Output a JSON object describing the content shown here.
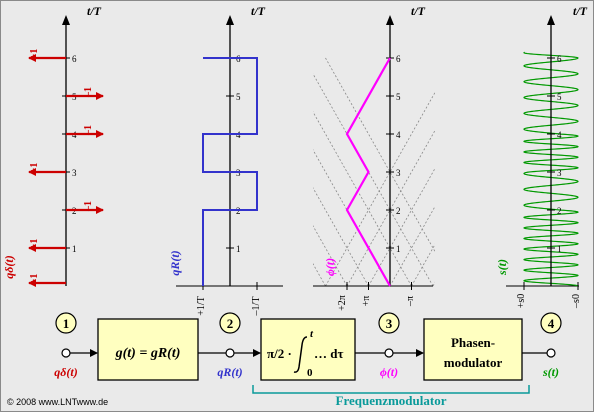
{
  "colors": {
    "background": "#eaeaea",
    "dirac": "#cc0000",
    "rect": "#3333cc",
    "phase": "#ff00ff",
    "signal": "#009900",
    "block": "#ffffc0",
    "bracket": "#0a9a9a",
    "axis": "#000000",
    "grid": "#888888"
  },
  "axes": {
    "time_label": "t/T",
    "ticks": [
      "1",
      "2",
      "3",
      "4",
      "5",
      "6"
    ]
  },
  "panel1": {
    "ylabel": "qδ(t)",
    "pulses": [
      {
        "t": 0,
        "a": 1,
        "label": "+1"
      },
      {
        "t": 1,
        "a": 1,
        "label": "+1"
      },
      {
        "t": 2,
        "a": -1,
        "label": "–1"
      },
      {
        "t": 3,
        "a": 1,
        "label": "+1"
      },
      {
        "t": 4,
        "a": -1,
        "label": "–1"
      },
      {
        "t": 5,
        "a": -1,
        "label": "–1"
      },
      {
        "t": 6,
        "a": 1,
        "label": "+1"
      }
    ]
  },
  "panel2": {
    "ylabel": "qR(t)",
    "xticks": [
      "+1/T",
      "–1/T"
    ],
    "steps": [
      [
        0,
        1
      ],
      [
        2,
        -1
      ],
      [
        3,
        1
      ],
      [
        4,
        -1
      ],
      [
        6,
        1
      ]
    ]
  },
  "panel3": {
    "ylabel": "ϕ(t)",
    "xticks": [
      "+2π",
      "+π",
      "–π"
    ],
    "phase_path": [
      [
        0,
        0
      ],
      [
        2,
        2
      ],
      [
        3,
        1
      ],
      [
        4,
        2
      ],
      [
        6,
        0
      ]
    ]
  },
  "panel4": {
    "ylabel": "s(t)",
    "xticks": [
      "+s0",
      "–s0"
    ]
  },
  "blocks": {
    "b1_text": "g(t) = gR(t)",
    "b2_prefix": "π/2 ·",
    "b2_upper": "t",
    "b2_lower": "0",
    "b2_suffix": "… dτ",
    "b3_line1": "Phasen-",
    "b3_line2": "modulator"
  },
  "nodes": {
    "n1": {
      "label": "1",
      "signal": "qδ(t)"
    },
    "n2": {
      "label": "2",
      "signal": "qR(t)"
    },
    "n3": {
      "label": "3",
      "signal": "ϕ(t)"
    },
    "n4": {
      "label": "4",
      "signal": "s(t)"
    }
  },
  "bracket_label": "Frequenzmodulator",
  "copyright": "© 2008 www.LNTwww.de"
}
